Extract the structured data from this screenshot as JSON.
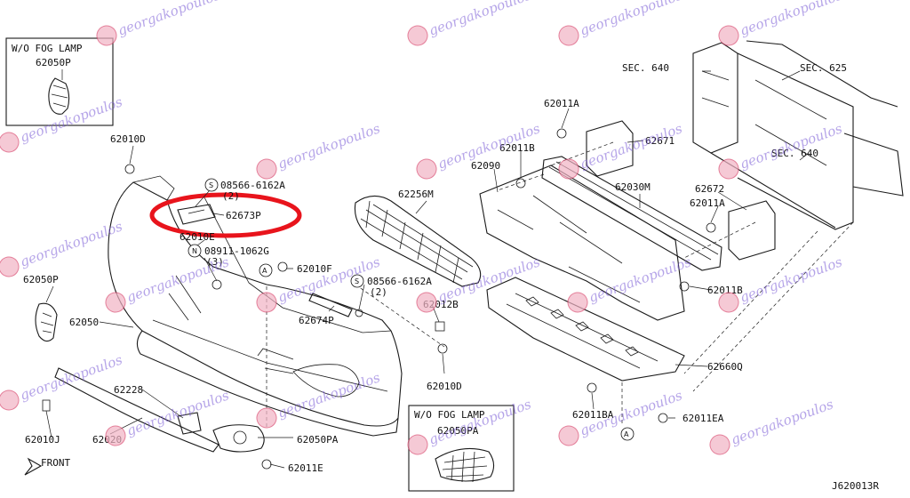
{
  "diagram": {
    "drawing_code": "J620013R",
    "front_label": "FRONT",
    "inset_top_left": {
      "title": "W/O FOG LAMP",
      "part": "62050P"
    },
    "inset_bottom": {
      "title": "W/O FOG LAMP",
      "part": "62050PA"
    },
    "reference_marker": "A",
    "callouts": {
      "c62010D_a": "62010D",
      "c08566_a": "08566-6162A",
      "c08566_a_qty": "(2)",
      "c62673P": "62673P",
      "c62010E": "62010E",
      "c08911": "08911-1062G",
      "c08911_qty": "(3)",
      "c62010F": "62010F",
      "c08566_b": "08566-6162A",
      "c08566_b_qty": "(2)",
      "c62674P": "62674P",
      "c62012B": "62012B",
      "c62010D_b": "62010D",
      "c62256M": "62256M",
      "c62050P": "62050P",
      "c62050": "62050",
      "c62228": "62228",
      "c62010J": "62010J",
      "c62020": "62020",
      "c62050PA": "62050PA",
      "c62011E": "62011E",
      "c62011A_a": "62011A",
      "c62011B_a": "62011B",
      "c62090": "62090",
      "c62030M": "62030M",
      "c62671": "62671",
      "c62672": "62672",
      "c62011A_b": "62011A",
      "c62011B_b": "62011B",
      "c62660Q": "62660Q",
      "c62011BA": "62011BA",
      "c62011EA": "62011EA",
      "sec640_a": "SEC. 640",
      "sec625": "SEC. 625",
      "sec640_b": "SEC. 640"
    },
    "screw_symbol": "S",
    "nut_symbol": "N",
    "watermark_text": "georgakopoulos",
    "highlight_color": "#e8141c",
    "watermark_color": "#7a5bd6"
  }
}
